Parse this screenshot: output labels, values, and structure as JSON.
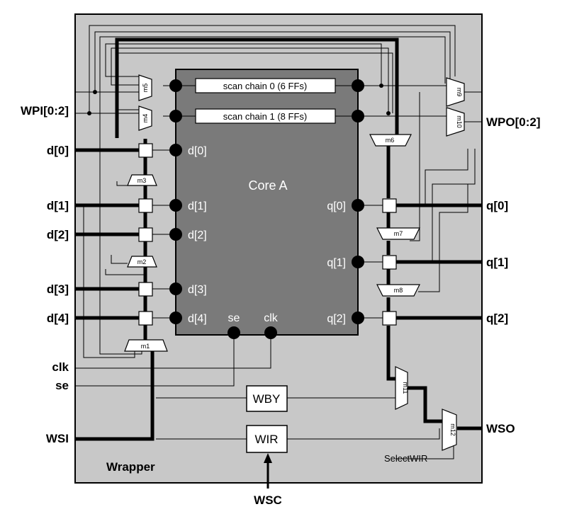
{
  "external": {
    "wpi": "WPI[0:2]",
    "wpo": "WPO[0:2]",
    "d0": "d[0]",
    "d1": "d[1]",
    "d2": "d[2]",
    "d3": "d[3]",
    "d4": "d[4]",
    "q0": "q[0]",
    "q1": "q[1]",
    "q2": "q[2]",
    "clk": "clk",
    "se": "se",
    "wsi": "WSI",
    "wso": "WSO",
    "wsc": "WSC"
  },
  "core": {
    "title": "Core A",
    "chain0": "scan chain 0 (6 FFs)",
    "chain1": "scan chain 1 (8 FFs)",
    "pins": {
      "d0": "d[0]",
      "d1": "d[1]",
      "d2": "d[2]",
      "d3": "d[3]",
      "d4": "d[4]",
      "q0": "q[0]",
      "q1": "q[1]",
      "q2": "q[2]",
      "se": "se",
      "clk": "clk"
    }
  },
  "wrapper": {
    "label": "Wrapper",
    "wby": "WBY",
    "wir": "WIR",
    "select_wir": "SelectWIR"
  },
  "muxes": {
    "m1": "m1",
    "m2": "m2",
    "m3": "m3",
    "m4": "m4",
    "m5": "m5",
    "m6": "m6",
    "m7": "m7",
    "m8": "m8",
    "m9": "m9",
    "m10": "m10",
    "m11": "m11",
    "m12": "m12"
  },
  "colors": {
    "wrapper_fill": "#c8c8c8",
    "core_fill": "#7a7a7a"
  }
}
